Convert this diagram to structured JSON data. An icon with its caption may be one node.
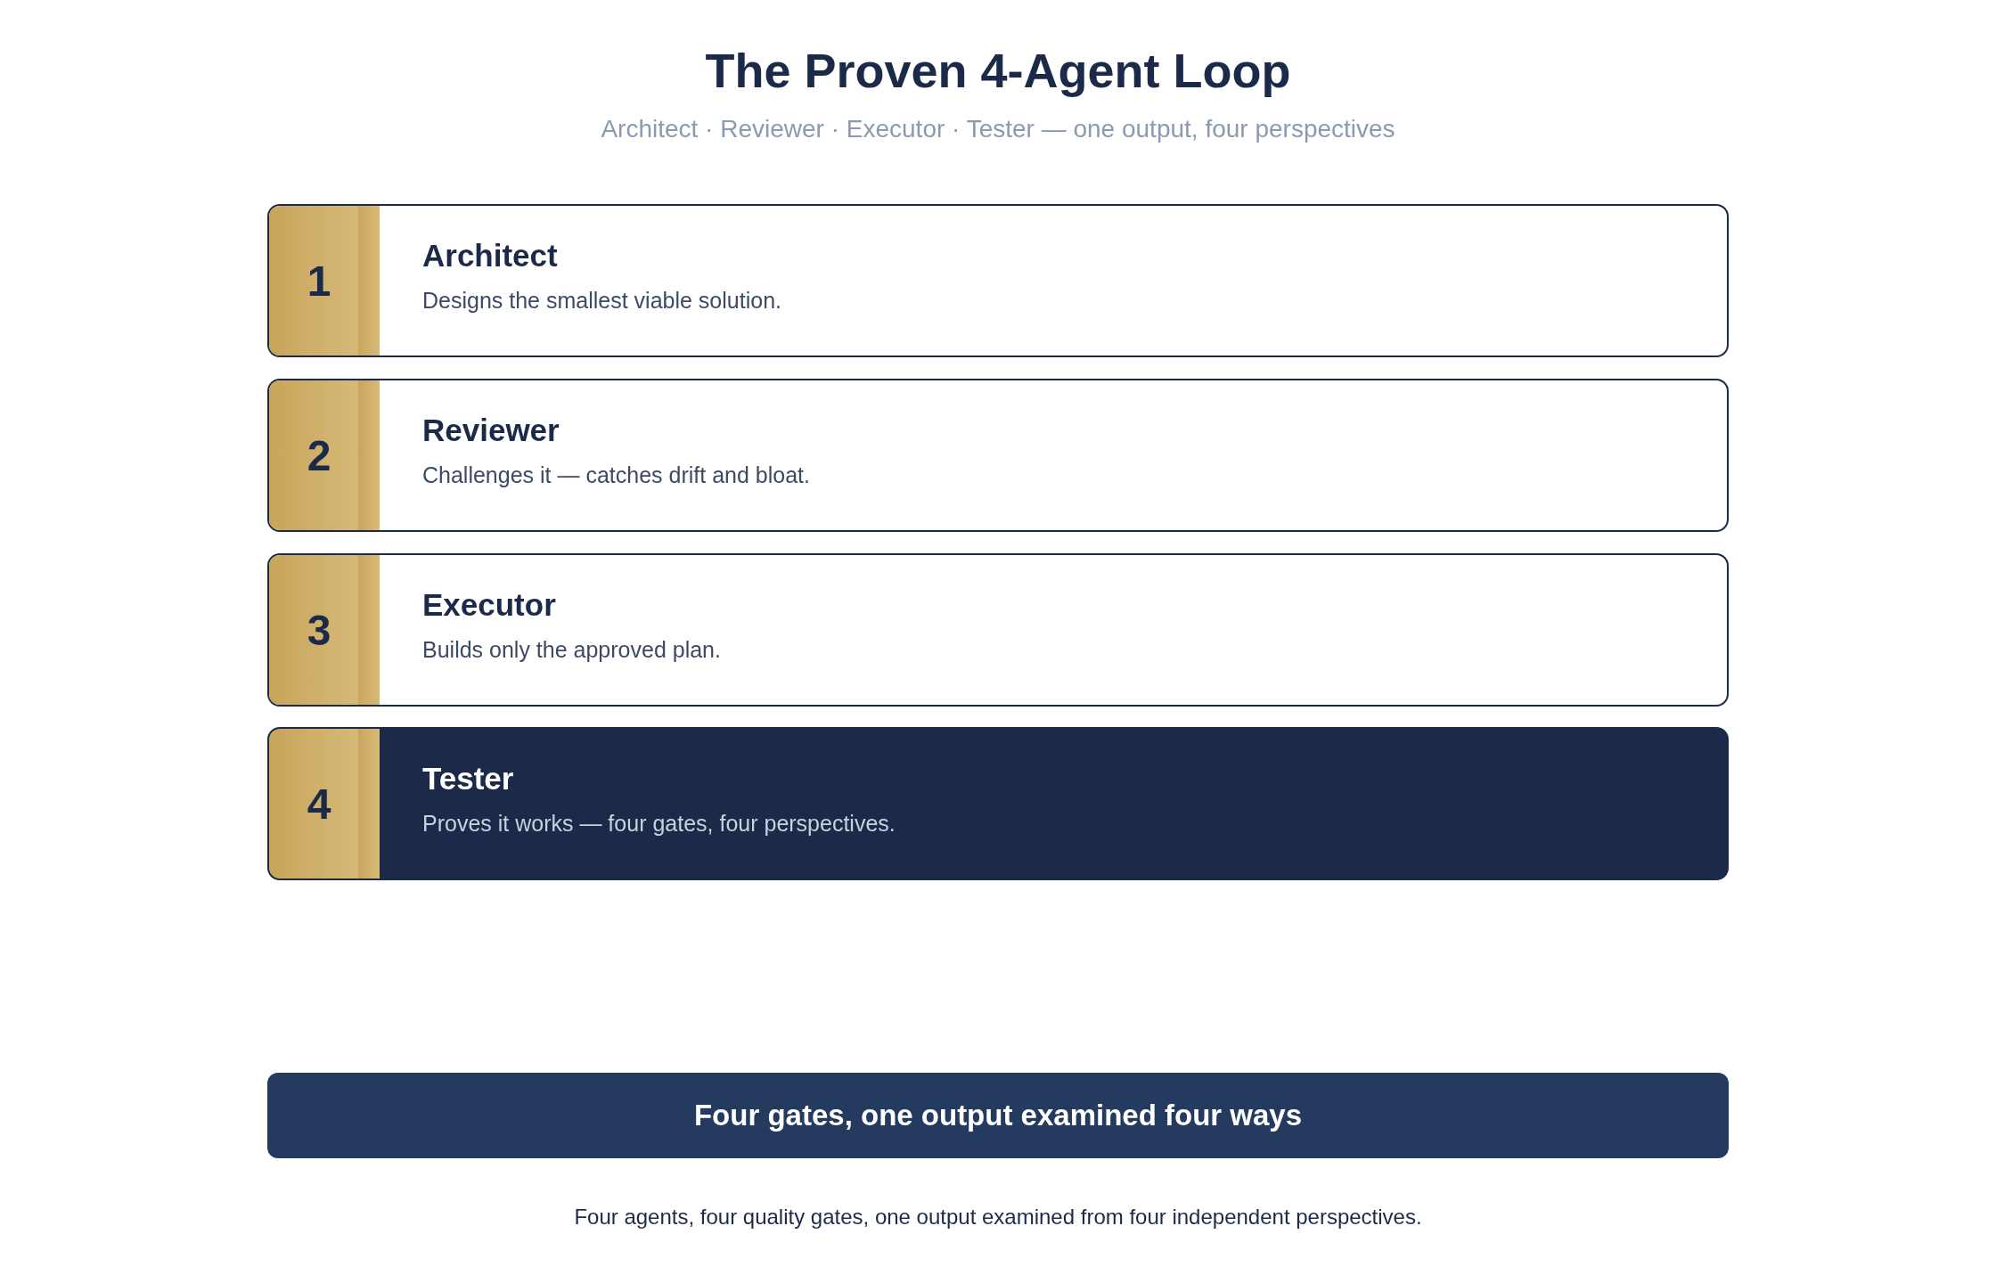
{
  "diagram": {
    "title": "The Proven 4-Agent Loop",
    "nodes": [
      {
        "text": [
          "1",
          "Architect",
          "Designs the smallest viable solution."
        ]
      },
      {
        "text": [
          "2",
          "Reviewer",
          "Challenges it — catches drift and bloat."
        ]
      },
      {
        "text": [
          "3",
          "Executor",
          "Builds only the approved plan."
        ]
      },
      {
        "text": [
          "4",
          "Tester",
          "Proves it works — four gates, four perspectives."
        ]
      },
      {
        "text": [
          "Four gates, one output examined four ways"
        ]
      }
    ],
    "edges": [],
    "labels": [
      "Architect · Reviewer · Executor · Tester — one output, four perspectives"
    ],
    "caption": "Four agents, four quality gates, one output examined from four independent perspectives."
  }
}
